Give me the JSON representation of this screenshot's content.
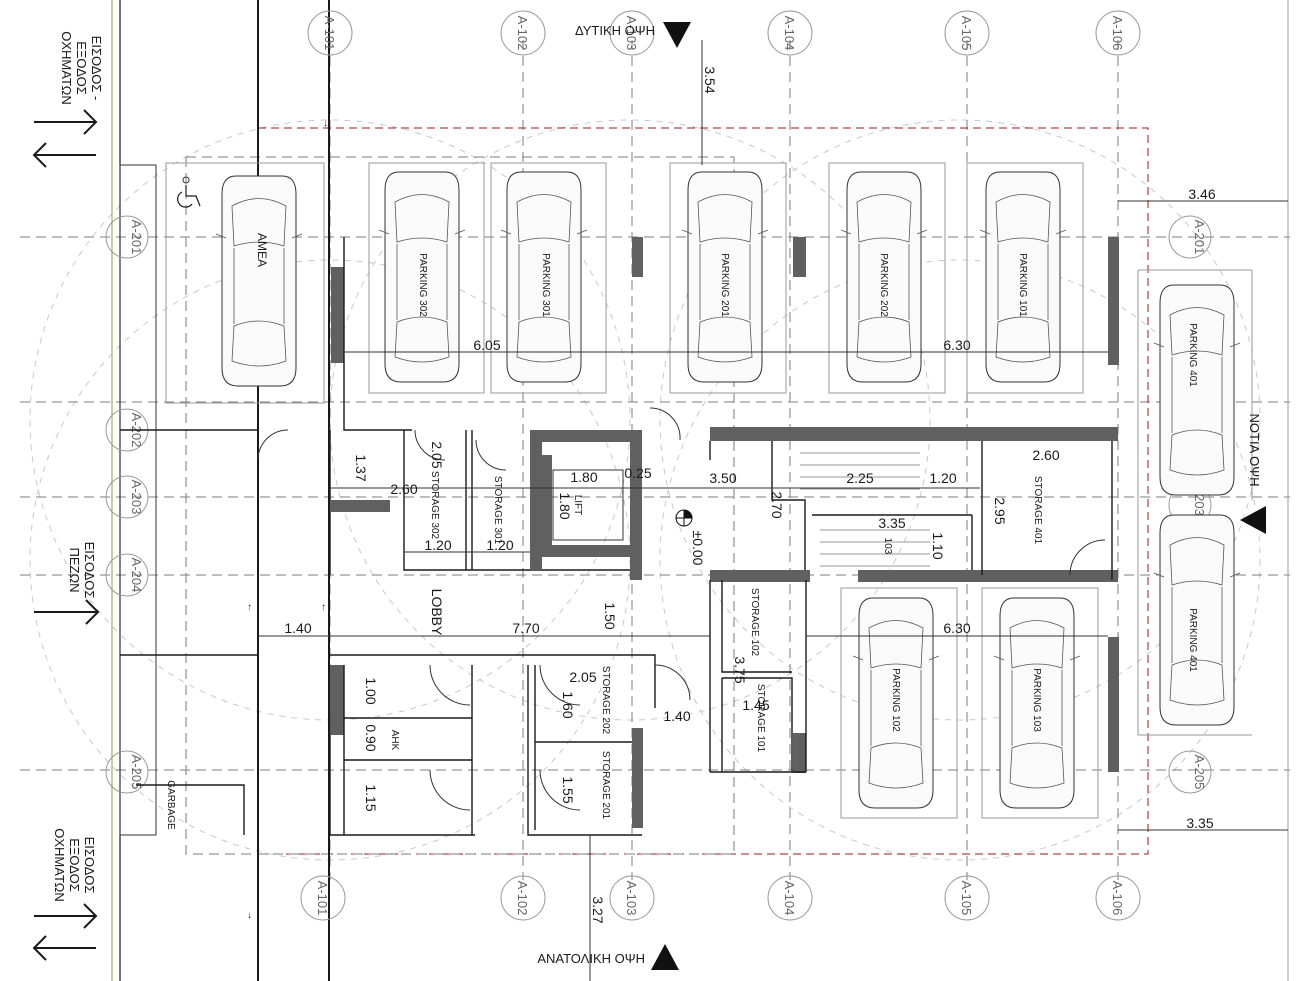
{
  "grid_top": [
    "A-101",
    "A-102",
    "A-103",
    "A-104",
    "A-105",
    "A-106"
  ],
  "grid_bottom": [
    "A-101",
    "A-102",
    "A-103",
    "A-104",
    "A-105",
    "A-106"
  ],
  "grid_left": [
    "A-201",
    "A-202",
    "A-203",
    "A-204",
    "A-205"
  ],
  "grid_right": [
    "A-201",
    "203",
    "A-205"
  ],
  "elevations": {
    "west": "ΔΥΤΙΚΗ ΟΨΗ",
    "east": "ΑΝΑΤΟΛΙΚΗ ΟΨΗ",
    "south": "ΝΟΤΙΑ ΟΨΗ"
  },
  "entrances": {
    "vehicles_top": [
      "ΕΙΣΟΔΟΣ -",
      "ΕΞΟΔΟΣ",
      "ΟΧΗΜΑΤΩΝ"
    ],
    "pedestrians": [
      "ΕΙΣΟΔΟΣ",
      "ΠΕΖΩΝ"
    ],
    "vehicles_bottom": [
      "ΕΙΣΟΔΟΣ",
      "ΕΞΟΔΟΣ",
      "ΟΧΗΜΑΤΩΝ"
    ]
  },
  "spaces": {
    "amea": "ΑΜΕΑ",
    "p302": "PARKING 302",
    "p301": "PARKING 301",
    "p201": "PARKING 201",
    "p202": "PARKING 202",
    "p101": "PARKING 101",
    "p401a": "PARKING 401",
    "p401b": "PARKING 401",
    "p102": "PARKING 102",
    "p103": "PARKING 103"
  },
  "rooms": {
    "storage302": "STORAGE 302",
    "storage301": "STORAGE 301",
    "lift": "LIFT",
    "storage401": "STORAGE 401",
    "storage102": "STORAGE 102",
    "storage101": "STORAGE 101",
    "storage202": "STORAGE 202",
    "storage201": "STORAGE 201",
    "ahk": "ΑΗΚ",
    "garbage": "GARBAGE",
    "lobby": "LOBBY",
    "stair": "103",
    "level": "±0.00"
  },
  "dims": {
    "d354": "3.54",
    "d346": "3.46",
    "d605": "6.05",
    "d630a": "6.30",
    "d137": "1.37",
    "d260a": "2.60",
    "d205a": "2.05",
    "d180a": "1.80",
    "d025": "0.25",
    "d350": "3.50",
    "d180b": "1.80",
    "d120a": "1.20",
    "d120b": "1.20",
    "d270": "2.70",
    "d225": "2.25",
    "d120c": "1.20",
    "d260b": "2.60",
    "d295": "2.95",
    "d335a": "3.35",
    "d110": "1.10",
    "d140a": "1.40",
    "d770": "7.70",
    "d150": "1.50",
    "d630b": "6.30",
    "d205b": "2.05",
    "d160": "1.60",
    "d100": "1.00",
    "d090": "0.90",
    "d115": "1.15",
    "d155": "1.55",
    "d140b": "1.40",
    "d375": "3.75",
    "d145": "1.45",
    "d335b": "3.35",
    "d327": "3.27"
  }
}
